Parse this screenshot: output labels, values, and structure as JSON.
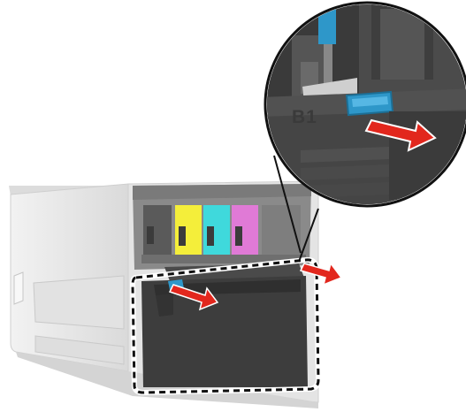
{
  "figure": {
    "callout_label": "B1",
    "colors": {
      "printer_body": "#e9e9e9",
      "printer_shadow": "#cfcfcf",
      "cavity": "#8a8a8a",
      "container": "#3c3c3c",
      "arrow": "#e2271d",
      "cartridge_yellow": "#f4ee3a",
      "cartridge_cyan": "#3fd9dc",
      "cartridge_magenta": "#e07ad6",
      "latch_blue": "#2e97c9",
      "dashed_outline": "#111111"
    },
    "icons": [
      "removal-arrow",
      "latch-tab",
      "magnifier-callout"
    ]
  }
}
